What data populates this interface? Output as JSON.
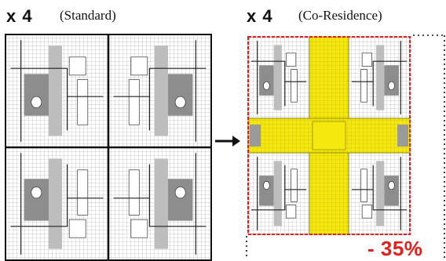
{
  "left": {
    "multiplier": "x 4",
    "caption": "(Standard)"
  },
  "right": {
    "multiplier": "x 4",
    "caption": "(Co-Residence)"
  },
  "reduction_label": "- 35%",
  "colors": {
    "shared_space": "#f5e80f",
    "boundary_dash": "#e0201d",
    "reduction_text": "#e0201d",
    "frame": "#111111"
  },
  "icons": [
    "arrow-right-icon"
  ]
}
